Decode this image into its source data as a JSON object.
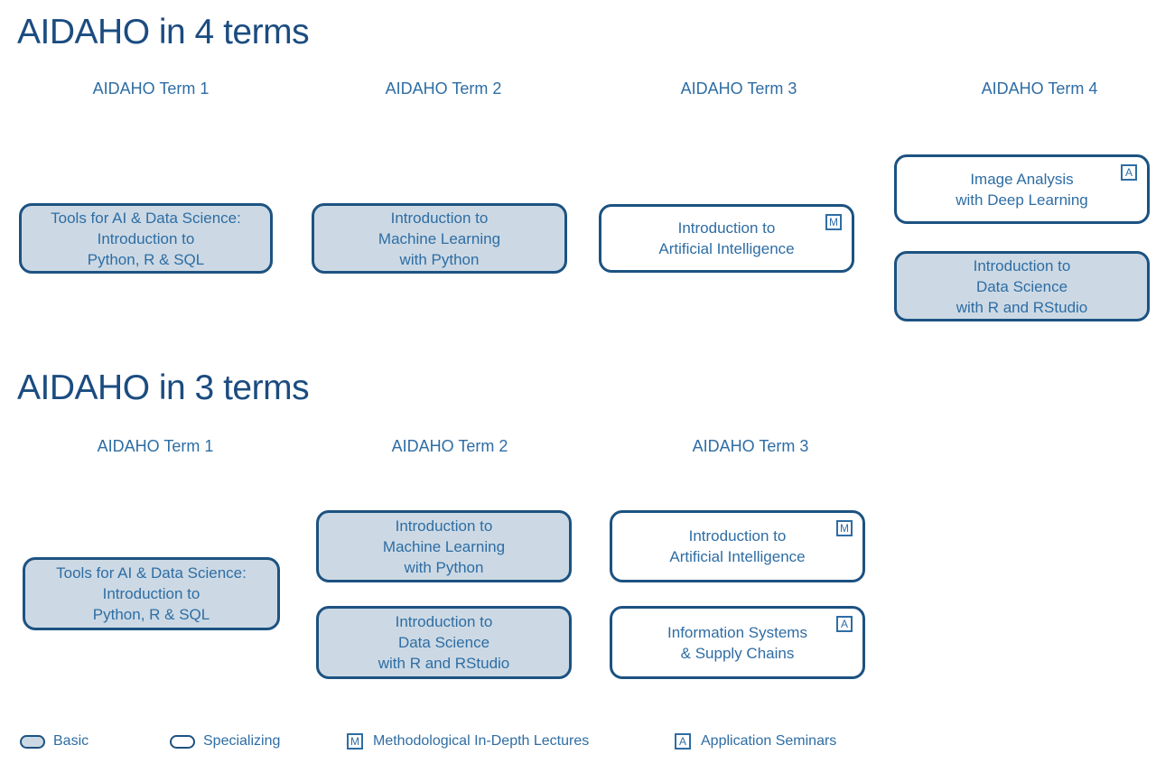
{
  "colors": {
    "title": "#1b4c80",
    "text": "#2e6da4",
    "border": "#1c5281",
    "fill": "#ccd9e4",
    "background": "#ffffff"
  },
  "sections": [
    {
      "title": "AIDAHO in 4 terms",
      "columns": [
        {
          "header": "AIDAHO Term 1",
          "courses": [
            {
              "lines": [
                "Tools for AI & Data Science:",
                "Introduction to",
                "Python, R & SQL"
              ],
              "type": "basic",
              "badge": ""
            }
          ]
        },
        {
          "header": "AIDAHO Term 2",
          "courses": [
            {
              "lines": [
                "Introduction to",
                "Machine Learning",
                "with Python"
              ],
              "type": "basic",
              "badge": ""
            }
          ]
        },
        {
          "header": "AIDAHO Term 3",
          "courses": [
            {
              "lines": [
                "Introduction to",
                "Artificial Intelligence"
              ],
              "type": "specializing",
              "badge": "M"
            }
          ]
        },
        {
          "header": "AIDAHO Term 4",
          "courses": [
            {
              "lines": [
                "Image Analysis",
                "with Deep Learning"
              ],
              "type": "specializing",
              "badge": "A"
            },
            {
              "lines": [
                "Introduction to",
                "Data Science",
                "with R and RStudio"
              ],
              "type": "basic",
              "badge": ""
            }
          ]
        }
      ]
    },
    {
      "title": "AIDAHO in 3 terms",
      "columns": [
        {
          "header": "AIDAHO Term 1",
          "courses": [
            {
              "lines": [
                "Tools for AI & Data Science:",
                "Introduction to",
                "Python, R & SQL"
              ],
              "type": "basic",
              "badge": ""
            }
          ]
        },
        {
          "header": "AIDAHO Term 2",
          "courses": [
            {
              "lines": [
                "Introduction to",
                "Machine Learning",
                "with Python"
              ],
              "type": "basic",
              "badge": ""
            },
            {
              "lines": [
                "Introduction to",
                "Data Science",
                "with R and RStudio"
              ],
              "type": "basic",
              "badge": ""
            }
          ]
        },
        {
          "header": "AIDAHO Term 3",
          "courses": [
            {
              "lines": [
                "Introduction to",
                "Artificial Intelligence"
              ],
              "type": "specializing",
              "badge": "M"
            },
            {
              "lines": [
                "Information Systems",
                "& Supply Chains"
              ],
              "type": "specializing",
              "badge": "A"
            }
          ]
        }
      ]
    }
  ],
  "legend": {
    "items": [
      {
        "symbol": "basic-pill",
        "label": "Basic"
      },
      {
        "symbol": "specializing-pill",
        "label": "Specializing"
      },
      {
        "symbol": "M",
        "label": "Methodological In-Depth Lectures"
      },
      {
        "symbol": "A",
        "label": "Application Seminars"
      }
    ]
  }
}
